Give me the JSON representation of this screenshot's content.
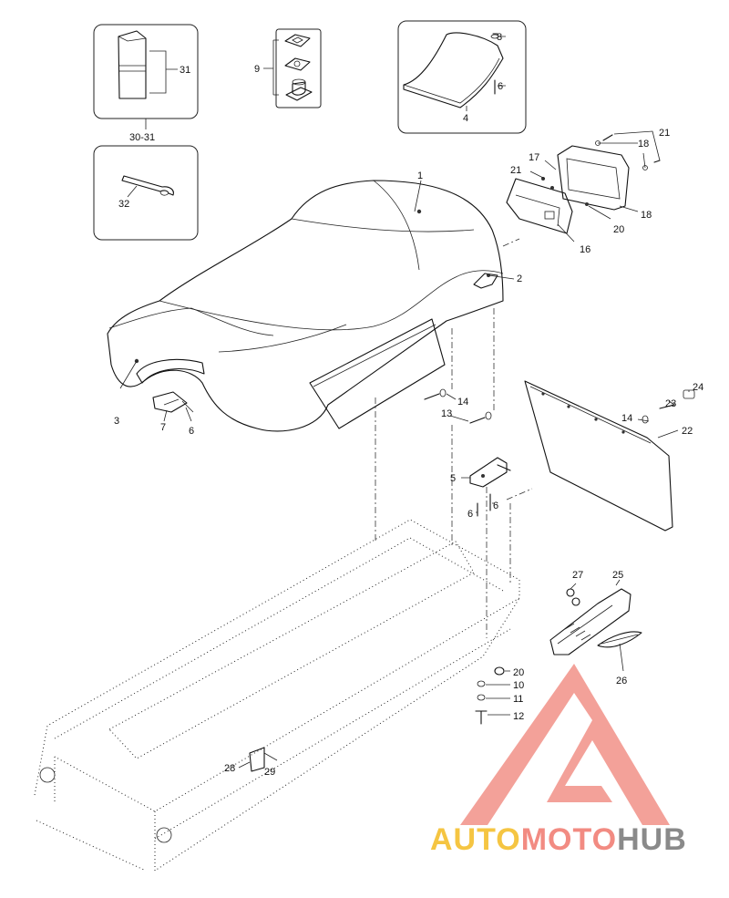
{
  "callouts": {
    "c1": "1",
    "c2": "2",
    "c3": "3",
    "c4": "4",
    "c5": "5",
    "c6a": "6",
    "c6b": "6",
    "c6c": "6",
    "c6d": "6",
    "c7": "7",
    "c8": "8",
    "c9": "9",
    "c10": "10",
    "c11": "11",
    "c12": "12",
    "c13": "13",
    "c14a": "14",
    "c14b": "14",
    "c16": "16",
    "c17": "17",
    "c18a": "18",
    "c18b": "18",
    "c20a": "20",
    "c20b": "20",
    "c21a": "21",
    "c21b": "21",
    "c22": "22",
    "c23": "23",
    "c24": "24",
    "c25": "25",
    "c26": "26",
    "c27": "27",
    "c28": "28",
    "c29": "29",
    "c30_31": "30-31",
    "c31": "31",
    "c32": "32"
  },
  "watermark": {
    "part1": "AUTO",
    "part2": "MOTO",
    "part3": "HUB",
    "colors": {
      "auto": "#f5c542",
      "moto": "#f28b82",
      "hub": "#8a8a8a",
      "logo": "#f08a80"
    }
  }
}
